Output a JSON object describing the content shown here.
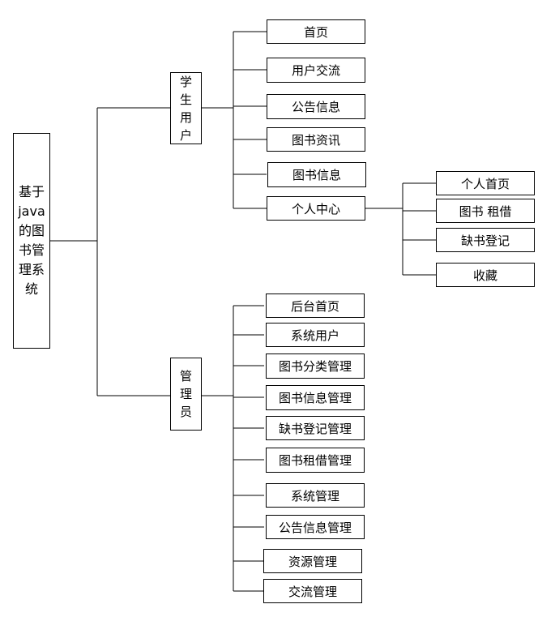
{
  "diagram": {
    "root": {
      "lines": [
        "基于",
        "java",
        "的图",
        "书管",
        "理系",
        "统"
      ]
    },
    "branches": [
      {
        "label_lines": [
          "学",
          "生",
          "用",
          "户"
        ],
        "items": [
          {
            "label": "首页"
          },
          {
            "label": "用户交流"
          },
          {
            "label": "公告信息"
          },
          {
            "label": "图书资讯"
          },
          {
            "label": "图书信息"
          },
          {
            "label": "个人中心",
            "children": [
              {
                "label": "个人首页"
              },
              {
                "label": "图书 租借"
              },
              {
                "label": "缺书登记"
              },
              {
                "label": "收藏"
              }
            ]
          }
        ]
      },
      {
        "label_lines": [
          "管",
          "理",
          "员"
        ],
        "items": [
          {
            "label": "后台首页"
          },
          {
            "label": "系统用户"
          },
          {
            "label": "图书分类管理"
          },
          {
            "label": "图书信息管理"
          },
          {
            "label": "缺书登记管理"
          },
          {
            "label": "图书租借管理"
          },
          {
            "label": "系统管理"
          },
          {
            "label": "公告信息管理"
          },
          {
            "label": "资源管理"
          },
          {
            "label": "交流管理"
          }
        ]
      }
    ]
  }
}
